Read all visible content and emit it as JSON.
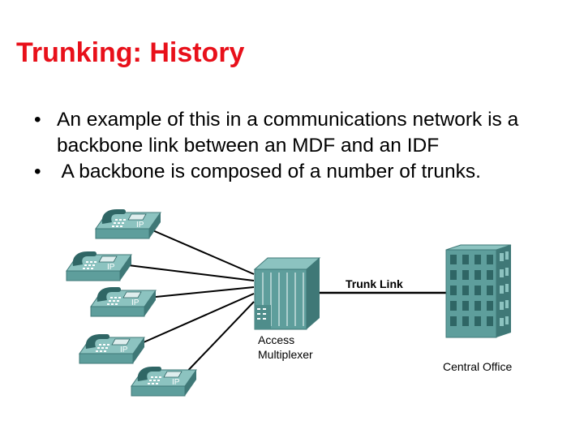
{
  "slide": {
    "title": "Trunking: History",
    "bullets": [
      "An example of this in a communications network is a backbone link between an MDF and an IDF",
      " A backbone is composed of a number of trunks."
    ],
    "bullet_char": "•"
  },
  "diagram": {
    "phone_badge": "IP",
    "trunk_label": "Trunk Link",
    "mux_label_line1": "Access",
    "mux_label_line2": "Multiplexer",
    "co_label": "Central Office",
    "colors": {
      "title": "#e8101a",
      "device_teal": "#5e9e9c",
      "device_dark": "#3f7877",
      "device_light": "#8cc3c0",
      "line": "#000000"
    }
  }
}
